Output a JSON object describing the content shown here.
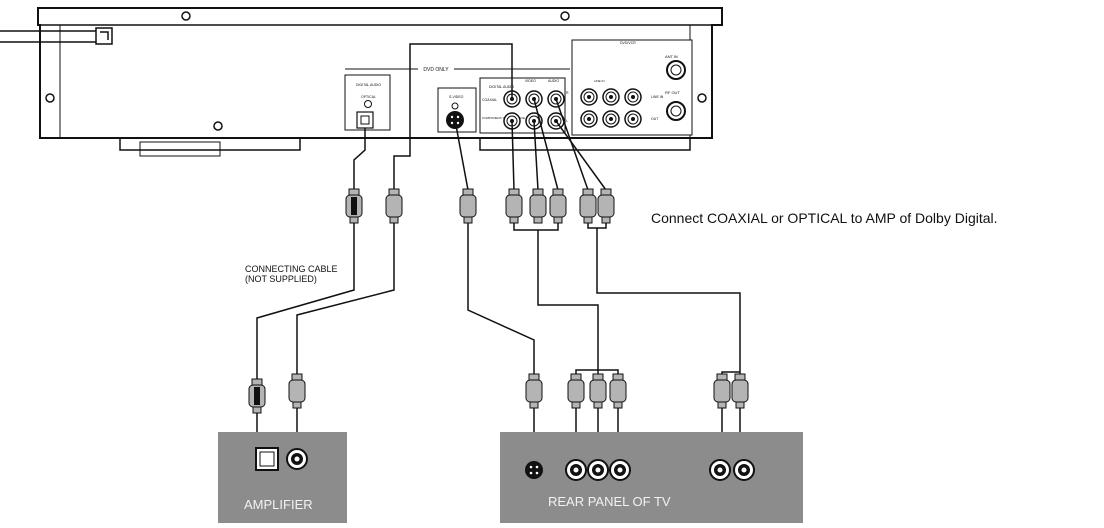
{
  "device_panel": {
    "dvd_only": "DVD ONLY",
    "dvd_vcr": "DVD/VCR",
    "digital_audio": "DIGITAL AUDIO",
    "optical": "OPTICAL",
    "digital_audio_2": "DIGITAL AUDIO",
    "coaxial": "COAXIAL",
    "s_video": "S-VIDEO",
    "component": "COMPONENT/ PROGRESSIVE",
    "video": "VIDEO",
    "audio": "AUDIO",
    "r": "R",
    "l": "L",
    "line_in": "LINE IN",
    "line_out": "OUT",
    "ant_in": "ANT.IN",
    "rf_out": "RF OUT"
  },
  "labels": {
    "cable_note_line1": "CONNECTING CABLE",
    "cable_note_line2": "(NOT SUPPLIED)",
    "instruction": "Connect COAXIAL or OPTICAL to AMP of Dolby Digital."
  },
  "amplifier": {
    "label": "AMPLIFIER"
  },
  "tv": {
    "label": "REAR PANEL OF TV"
  },
  "colors": {
    "line": "#111111",
    "panel_fill": "#8c8c8c",
    "plug_fill": "#b4b4b4",
    "background": "#ffffff"
  }
}
